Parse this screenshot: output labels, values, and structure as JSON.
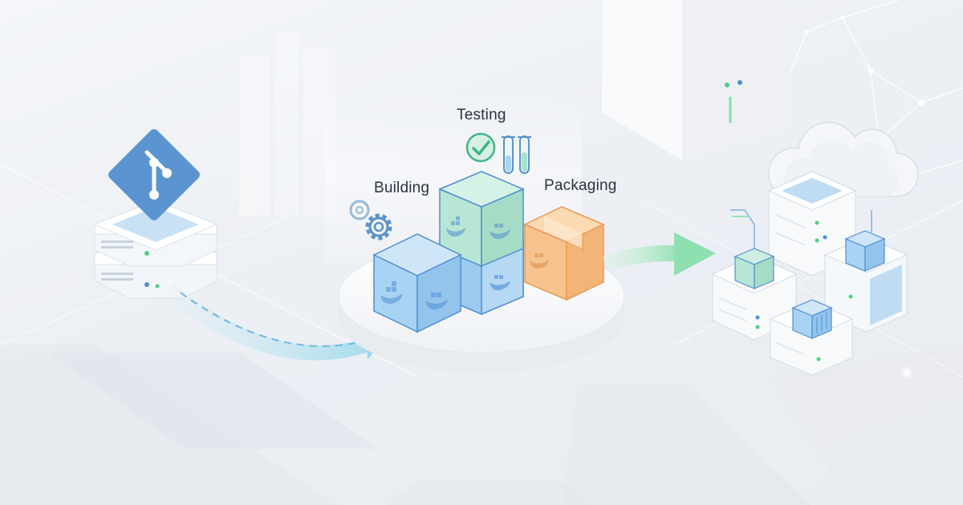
{
  "stages": {
    "building": "Building",
    "testing": "Testing",
    "packaging": "Packaging"
  },
  "colors": {
    "background": "#eef1f5",
    "git_accent": "#5b95d1",
    "build_cube": "#a9d3f2",
    "test_cube": "#b7e6d4",
    "package_box": "#f6c38f",
    "flow_arrow": "#9bd9ea",
    "deploy_arrow": "#8fe0b0",
    "check_green": "#3fb58a",
    "gear_blue": "#5b93c9"
  },
  "icons": {
    "source": "git-branch-icon",
    "build": "gear-icon",
    "test": "check-circle-icon",
    "test_tubes": "test-tube-icon",
    "container": "whale-icon",
    "package": "package-box-icon",
    "deploy_target": "cloud-icon"
  }
}
